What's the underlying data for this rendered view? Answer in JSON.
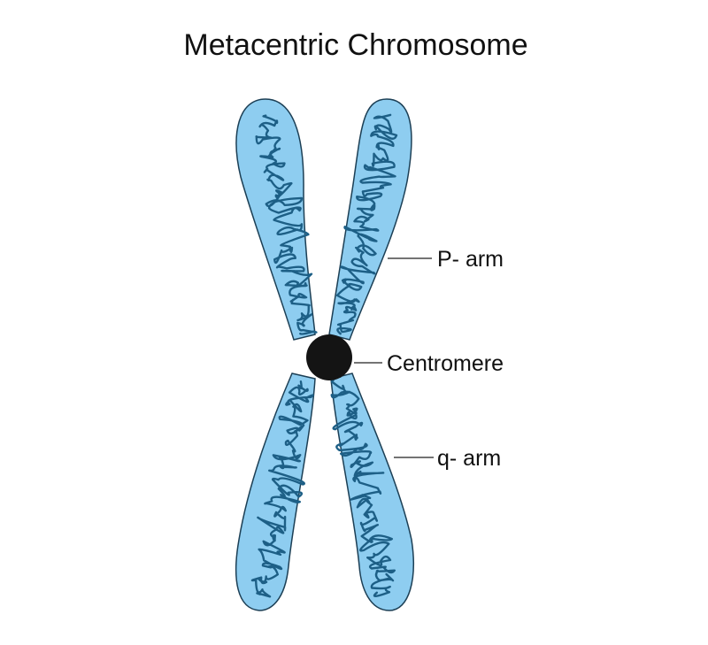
{
  "diagram": {
    "title": "Metacentric Chromosome",
    "labels": {
      "p_arm": "P- arm",
      "centromere": "Centromere",
      "q_arm": "q- arm"
    }
  },
  "colors": {
    "arm_fill": "#8ecdf0",
    "arm_stroke": "#1c3f55",
    "chromatin": "#1d5f86",
    "centromere": "#141414",
    "text": "#111111"
  }
}
